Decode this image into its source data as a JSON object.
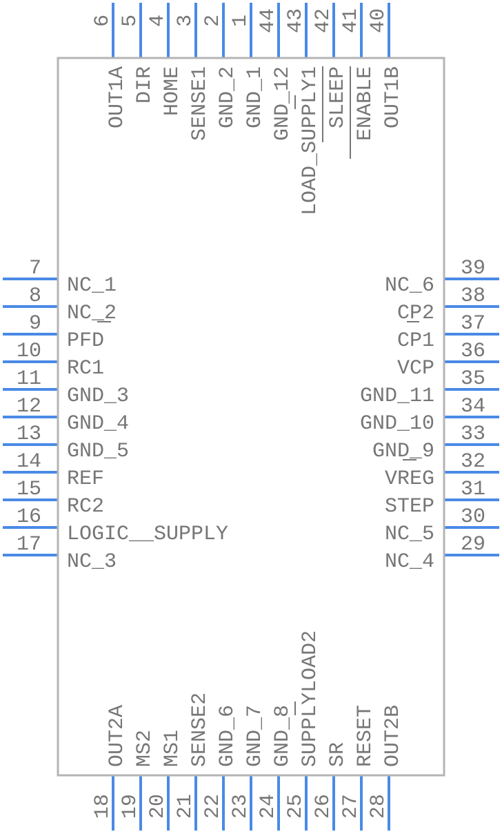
{
  "component": {
    "pins_left": [
      {
        "num": "7",
        "name": "NC_1"
      },
      {
        "num": "8",
        "name": "NC_2"
      },
      {
        "num": "9",
        "name": "PFD"
      },
      {
        "num": "10",
        "name": "RC1"
      },
      {
        "num": "11",
        "name": "GND_3"
      },
      {
        "num": "12",
        "name": "GND_4"
      },
      {
        "num": "13",
        "name": "GND_5"
      },
      {
        "num": "14",
        "name": "REF"
      },
      {
        "num": "15",
        "name": "RC2"
      },
      {
        "num": "16",
        "name": "LOGIC__SUPPLY"
      },
      {
        "num": "17",
        "name": "NC_3"
      }
    ],
    "pins_right": [
      {
        "num": "39",
        "name": "NC_6"
      },
      {
        "num": "38",
        "name": "CP2"
      },
      {
        "num": "37",
        "name": "CP1"
      },
      {
        "num": "36",
        "name": "VCP"
      },
      {
        "num": "35",
        "name": "GND_11"
      },
      {
        "num": "34",
        "name": "GND_10"
      },
      {
        "num": "33",
        "name": "GND_9"
      },
      {
        "num": "32",
        "name": "VREG"
      },
      {
        "num": "31",
        "name": "STEP"
      },
      {
        "num": "30",
        "name": "NC_5"
      },
      {
        "num": "29",
        "name": "NC_4"
      }
    ],
    "pins_top": [
      {
        "num": "6",
        "name": "OUT1A"
      },
      {
        "num": "5",
        "name": "DIR"
      },
      {
        "num": "4",
        "name": "HOME"
      },
      {
        "num": "3",
        "name": "SENSE1"
      },
      {
        "num": "2",
        "name": "GND_2"
      },
      {
        "num": "1",
        "name": "GND_1"
      },
      {
        "num": "44",
        "name": "GND_12"
      },
      {
        "num": "43",
        "name": "LOAD_SUPPLY1"
      },
      {
        "num": "42",
        "name": "SLEEP"
      },
      {
        "num": "41",
        "name": "ENABLE"
      },
      {
        "num": "40",
        "name": "OUT1B"
      }
    ],
    "pins_bottom": [
      {
        "num": "18",
        "name": "OUT2A"
      },
      {
        "num": "19",
        "name": "MS2"
      },
      {
        "num": "20",
        "name": "MS1"
      },
      {
        "num": "21",
        "name": "SENSE2"
      },
      {
        "num": "22",
        "name": "GND_6"
      },
      {
        "num": "23",
        "name": "GND_7"
      },
      {
        "num": "24",
        "name": "GND_8"
      },
      {
        "num": "25",
        "name": "SUPPLYLOAD2"
      },
      {
        "num": "26",
        "name": "SR"
      },
      {
        "num": "27",
        "name": "RESET"
      },
      {
        "num": "28",
        "name": "OUT2B"
      }
    ]
  },
  "colors": {
    "pin": "#4a8ae6",
    "outline": "#b4b4b4",
    "text": "#767676",
    "background": "#ffffff"
  }
}
